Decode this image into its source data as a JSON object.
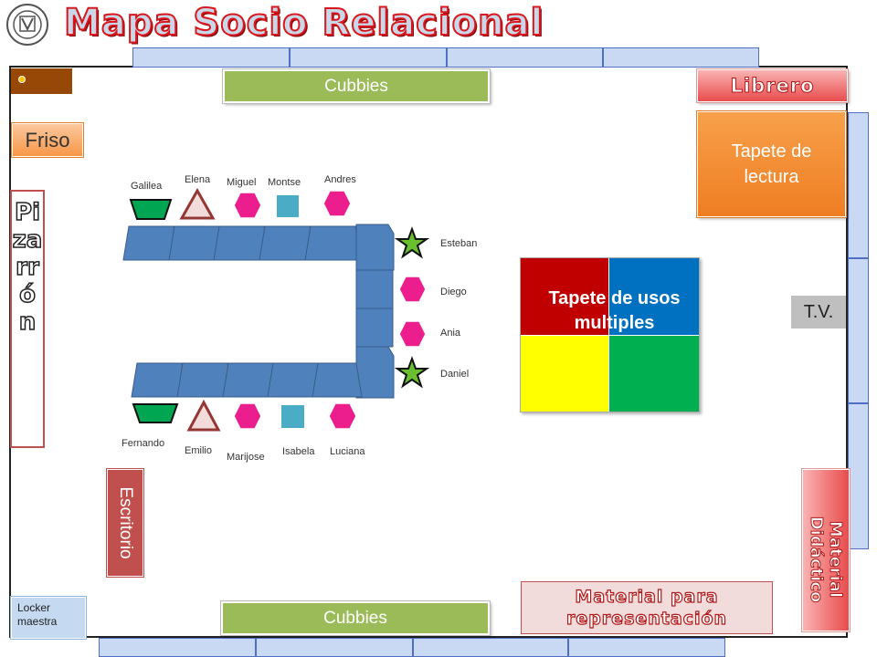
{
  "title": "Mapa Socio Relacional",
  "labels": {
    "cubbies_top": "Cubbies",
    "cubbies_bottom": "Cubbies",
    "librero": "Librero",
    "friso": "Friso",
    "pizarron": "Pizarrón",
    "tapete_lectura": "Tapete de lectura",
    "tapete_usos": "Tapete de usos multiples",
    "tv": "T.V.",
    "escritorio": "Escritorio",
    "material_didactico_1": "Material",
    "material_didactico_2": "Didáctico",
    "material_representacion": "Material para representación",
    "locker": "Locker maestra"
  },
  "students": {
    "galilea": "Galilea",
    "elena": "Elena",
    "miguel": "Miguel",
    "montse": "Montse",
    "andres": "Andres",
    "esteban": "Esteban",
    "diego": "Diego",
    "ania": "Ania",
    "daniel": "Daniel",
    "fernando": "Fernando",
    "emilio": "Emilio",
    "marijose": "Marijose",
    "isabela": "Isabela",
    "luciana": "Luciana"
  },
  "colors": {
    "title_fill": "#c9d8e8",
    "title_stroke": "#d8161c",
    "table_blue": "#4f81bd",
    "hexagon_pink": "#ec1e8e",
    "square_teal": "#4bacc6",
    "trapezoid_green": "#00a651",
    "triangle_outline": "#943634",
    "star_green": "#6abf2e",
    "mat_red": "#c00000",
    "mat_blue": "#0070c0",
    "mat_yellow": "#ffff00",
    "mat_green": "#00b050",
    "orange": "#f07f1b"
  }
}
